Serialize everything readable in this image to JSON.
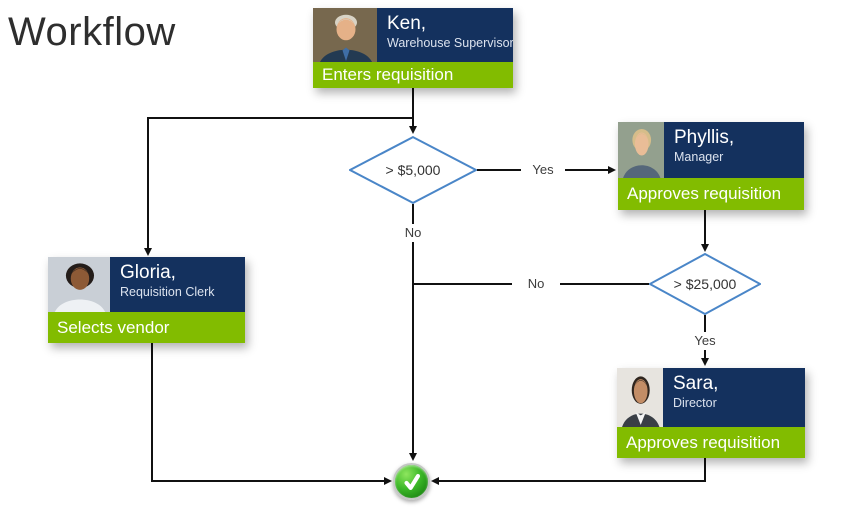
{
  "title": "Workflow",
  "colors": {
    "navy_header": "#14315e",
    "green_action": "#82bc00",
    "diamond_border": "#4a86c8",
    "connector_line": "#111111",
    "check_green": "#2fae22"
  },
  "nodes": {
    "ken": {
      "name": "Ken,",
      "role": "Warehouse Supervisor",
      "action": "Enters requisition",
      "avatar": {
        "bg": "#77684e",
        "hair": "#d8d3c5",
        "skin": "#e5b188",
        "shirt": "#233a52",
        "tie": "#3f6ea6",
        "hair_style": "short"
      }
    },
    "phyllis": {
      "name": "Phyllis,",
      "role": "Manager",
      "action": "Approves requisition",
      "avatar": {
        "bg": "#93a08e",
        "hair": "#d6bd8a",
        "skin": "#e9bd97",
        "shirt": "#55677a",
        "hair_style": "bob"
      }
    },
    "gloria": {
      "name": "Gloria,",
      "role": "Requisition Clerk",
      "action": "Selects vendor",
      "avatar": {
        "bg": "#c9cfd6",
        "hair": "#241d1a",
        "skin": "#8d5a36",
        "shirt": "#eef1f4",
        "hair_style": "curly"
      }
    },
    "sara": {
      "name": "Sara,",
      "role": "Director",
      "action": "Approves requisition",
      "avatar": {
        "bg": "#e7e4df",
        "hair": "#30261f",
        "skin": "#c38d66",
        "shirt": "#3a3f46",
        "collar": "#f5f5f5",
        "hair_style": "long"
      }
    }
  },
  "decisions": {
    "d5000": {
      "label": "> $5,000"
    },
    "d25000": {
      "label": "> $25,000"
    }
  },
  "edge_labels": {
    "yes_5000": "Yes",
    "no_5000": "No",
    "no_25000": "No",
    "yes_25000": "Yes"
  },
  "end_node": {
    "icon": "check-icon"
  }
}
